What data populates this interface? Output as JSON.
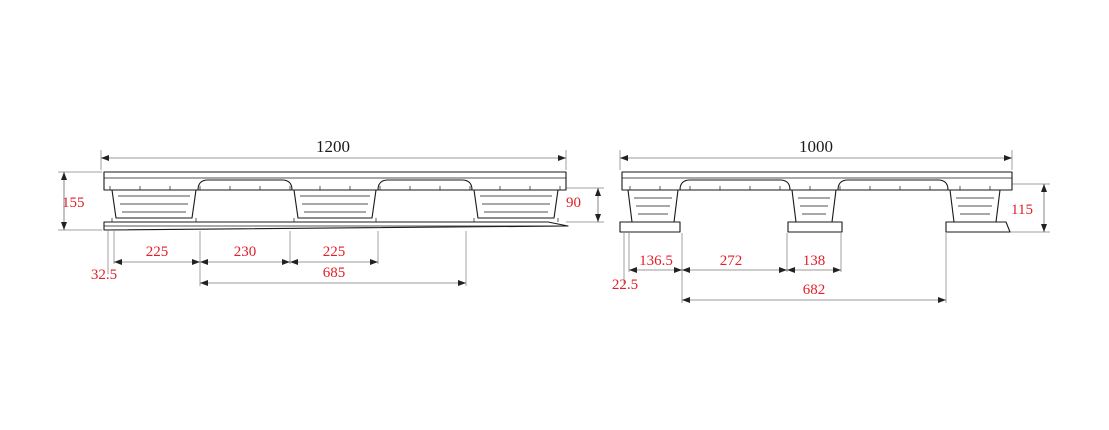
{
  "colors": {
    "line": "#1a1a1a",
    "dimension_text": "#e0202a",
    "overall_text": "#1a1a1a"
  },
  "left_view": {
    "overall_width": "1200",
    "overall_height": "155",
    "deck_height": "90",
    "dims": {
      "edge_offset": "32.5",
      "block_1": "225",
      "gap_1": "230",
      "block_2": "225",
      "span": "685"
    }
  },
  "right_view": {
    "overall_width": "1000",
    "overall_height": "115",
    "dims": {
      "edge_offset": "22.5",
      "block_1": "136.5",
      "gap_1": "272",
      "block_2": "138",
      "span": "682"
    }
  }
}
